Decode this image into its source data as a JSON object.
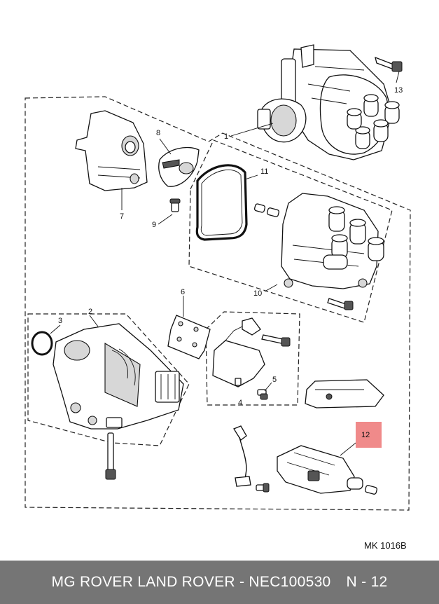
{
  "diagram": {
    "drawing_code": "MK 1016B",
    "highlight_color": "#f08a8a",
    "callouts": [
      {
        "id": "1",
        "label": "1"
      },
      {
        "id": "2",
        "label": "2"
      },
      {
        "id": "3",
        "label": "3"
      },
      {
        "id": "4",
        "label": "4"
      },
      {
        "id": "5",
        "label": "5"
      },
      {
        "id": "6",
        "label": "6"
      },
      {
        "id": "7",
        "label": "7"
      },
      {
        "id": "8",
        "label": "8"
      },
      {
        "id": "9",
        "label": "9"
      },
      {
        "id": "10",
        "label": "10"
      },
      {
        "id": "11",
        "label": "11"
      },
      {
        "id": "12",
        "label": "12",
        "highlighted": true
      },
      {
        "id": "13",
        "label": "13"
      }
    ]
  },
  "footer": {
    "title": "MG ROVER LAND ROVER - NEC100530",
    "page": "N - 12",
    "background": "#757575"
  }
}
